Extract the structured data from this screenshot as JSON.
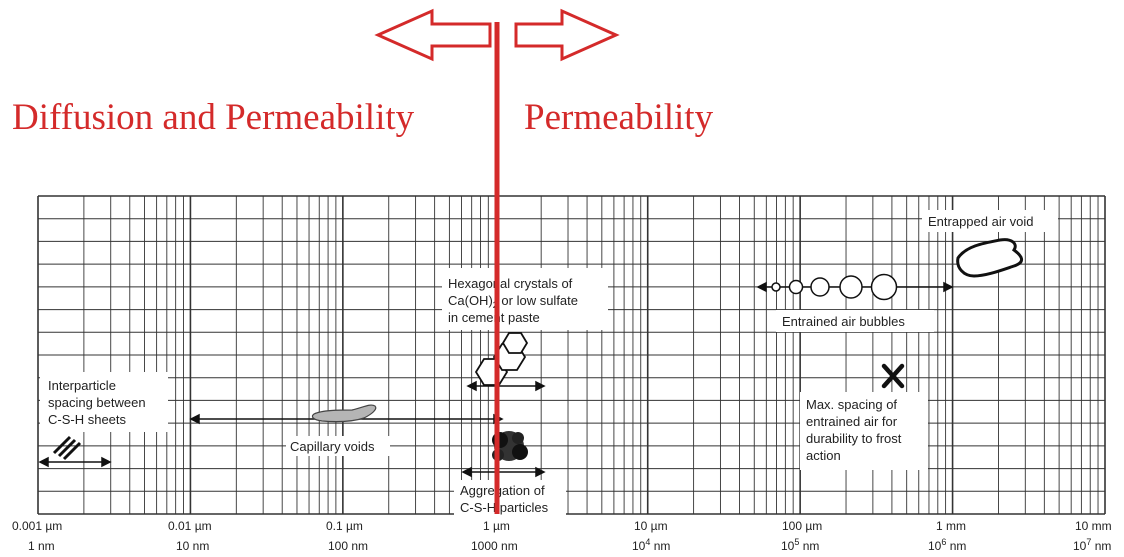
{
  "headings": {
    "left": "Diffusion and Permeability",
    "right": "Permeability"
  },
  "colors": {
    "divider": "#d42a2a",
    "grid": "#333333",
    "text": "#222222"
  },
  "scale": {
    "um_labels": [
      "0.001 µm",
      "0.01 µm",
      "0.1 µm",
      "1 µm",
      "10 µm",
      "100 µm",
      "1 mm",
      "10 mm"
    ],
    "nm_labels": [
      {
        "base": "1 nm",
        "exp": ""
      },
      {
        "base": "10 nm",
        "exp": ""
      },
      {
        "base": "100 nm",
        "exp": ""
      },
      {
        "base": "1000 nm",
        "exp": ""
      },
      {
        "base": "10",
        "exp": "4",
        "unit": " nm"
      },
      {
        "base": "10",
        "exp": "5",
        "unit": " nm"
      },
      {
        "base": "10",
        "exp": "6",
        "unit": " nm"
      },
      {
        "base": "10",
        "exp": "7",
        "unit": " nm"
      }
    ]
  },
  "labels": {
    "interparticle": [
      "Interparticle",
      "spacing between",
      "C-S-H sheets"
    ],
    "capillary": "Capillary voids",
    "hexagonal": {
      "line1": "Hexagonal crystals of",
      "line2_a": "Ca(OH)",
      "line2_sub": "2",
      "line2_b": " or low sulfate",
      "line3": "in cement paste"
    },
    "aggregation": [
      "Aggregation of",
      "C-S-H particles"
    ],
    "entrained": "Entrained air bubbles",
    "entrapped": "Entrapped air void",
    "max_spacing": [
      "Max. spacing of",
      "entrained air for",
      "durability to frost",
      "action"
    ]
  }
}
